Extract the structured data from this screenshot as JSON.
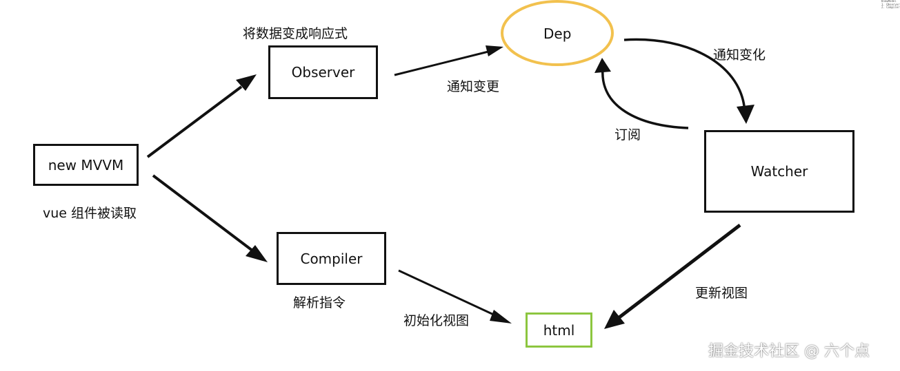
{
  "nodes": {
    "mvvm": "new MVVM",
    "observer": "Observer",
    "compiler": "Compiler",
    "dep": "Dep",
    "watcher": "Watcher",
    "html": "html"
  },
  "labels": {
    "mvvm_caption": "vue 组件被读取",
    "observer_caption": "将数据变成响应式",
    "compiler_caption": "解析指令",
    "notify_change": "通知变更",
    "notify_update": "通知变化",
    "subscribe": "订阅",
    "init_view": "初始化视图",
    "update_view": "更新视图"
  },
  "colors": {
    "dep_border": "#f2c14e",
    "html_border": "#8cc63f",
    "ink": "#111111"
  },
  "corner_note": [
    "KnewModel",
    "1. Observer",
    "2. Compiler"
  ],
  "watermark": "掘金技术社区 @ 六个点"
}
